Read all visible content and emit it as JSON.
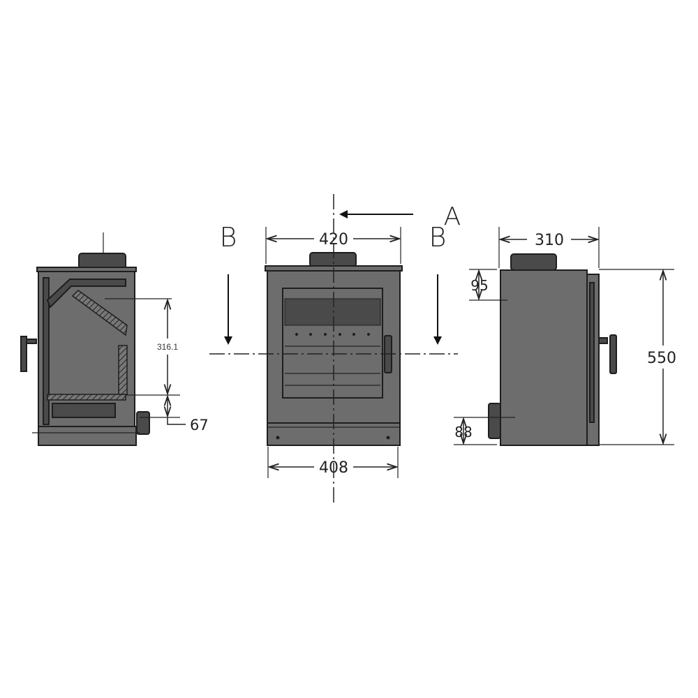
{
  "drawing": {
    "section_labels": {
      "left": "B",
      "right": "B",
      "top": "A"
    },
    "dimensions": {
      "front_top_width": "420",
      "front_base_width": "408",
      "side_depth": "310",
      "overall_height": "550",
      "top_flue_offset": "95",
      "rear_flue_height": "88",
      "firebox_height": "316.1",
      "grate_height": "67"
    },
    "colors": {
      "stove_body": "#6d6d6d",
      "line": "#1e1e1e",
      "background": "#ffffff"
    }
  }
}
